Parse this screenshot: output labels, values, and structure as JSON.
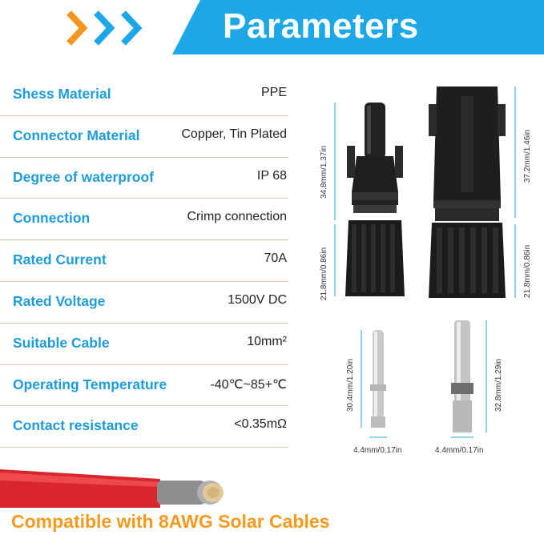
{
  "header": {
    "title": "Parameters",
    "colors": {
      "banner": "#1ea7e6",
      "chevron_orange": "#f7941d",
      "chevron_blue": "#1ea7e6"
    }
  },
  "specs": [
    {
      "label": "Shess Material",
      "value": "PPE"
    },
    {
      "label": "Connector Material",
      "value": "Copper, Tin Plated"
    },
    {
      "label": "Degree of waterproof",
      "value": "IP 68"
    },
    {
      "label": "Connection",
      "value": "Crimp connection"
    },
    {
      "label": "Rated Current",
      "value": "70A"
    },
    {
      "label": "Rated Voltage",
      "value": "1500V DC"
    },
    {
      "label": "Suitable Cable",
      "value": "10mm²"
    },
    {
      "label": "Operating Temperature",
      "value": "-40℃~85+℃"
    },
    {
      "label": "Contact resistance",
      "value": "<0.35mΩ"
    }
  ],
  "dimensions": {
    "male_top": "34.8mm/1.37in",
    "male_bottom": "21.8mm/0.86in",
    "female_top": "37.2mm/1.46in",
    "female_bottom": "21.8mm/0.86in",
    "pin_left_height": "30.4mm/1.20in",
    "pin_right_height": "32.8mm/1.29in",
    "pin_left_width": "4.4mm/0.17in",
    "pin_right_width": "4.4mm/0.17in"
  },
  "footer": {
    "text": "Compatible with 8AWG Solar Cables",
    "color": "#f39a1f"
  }
}
